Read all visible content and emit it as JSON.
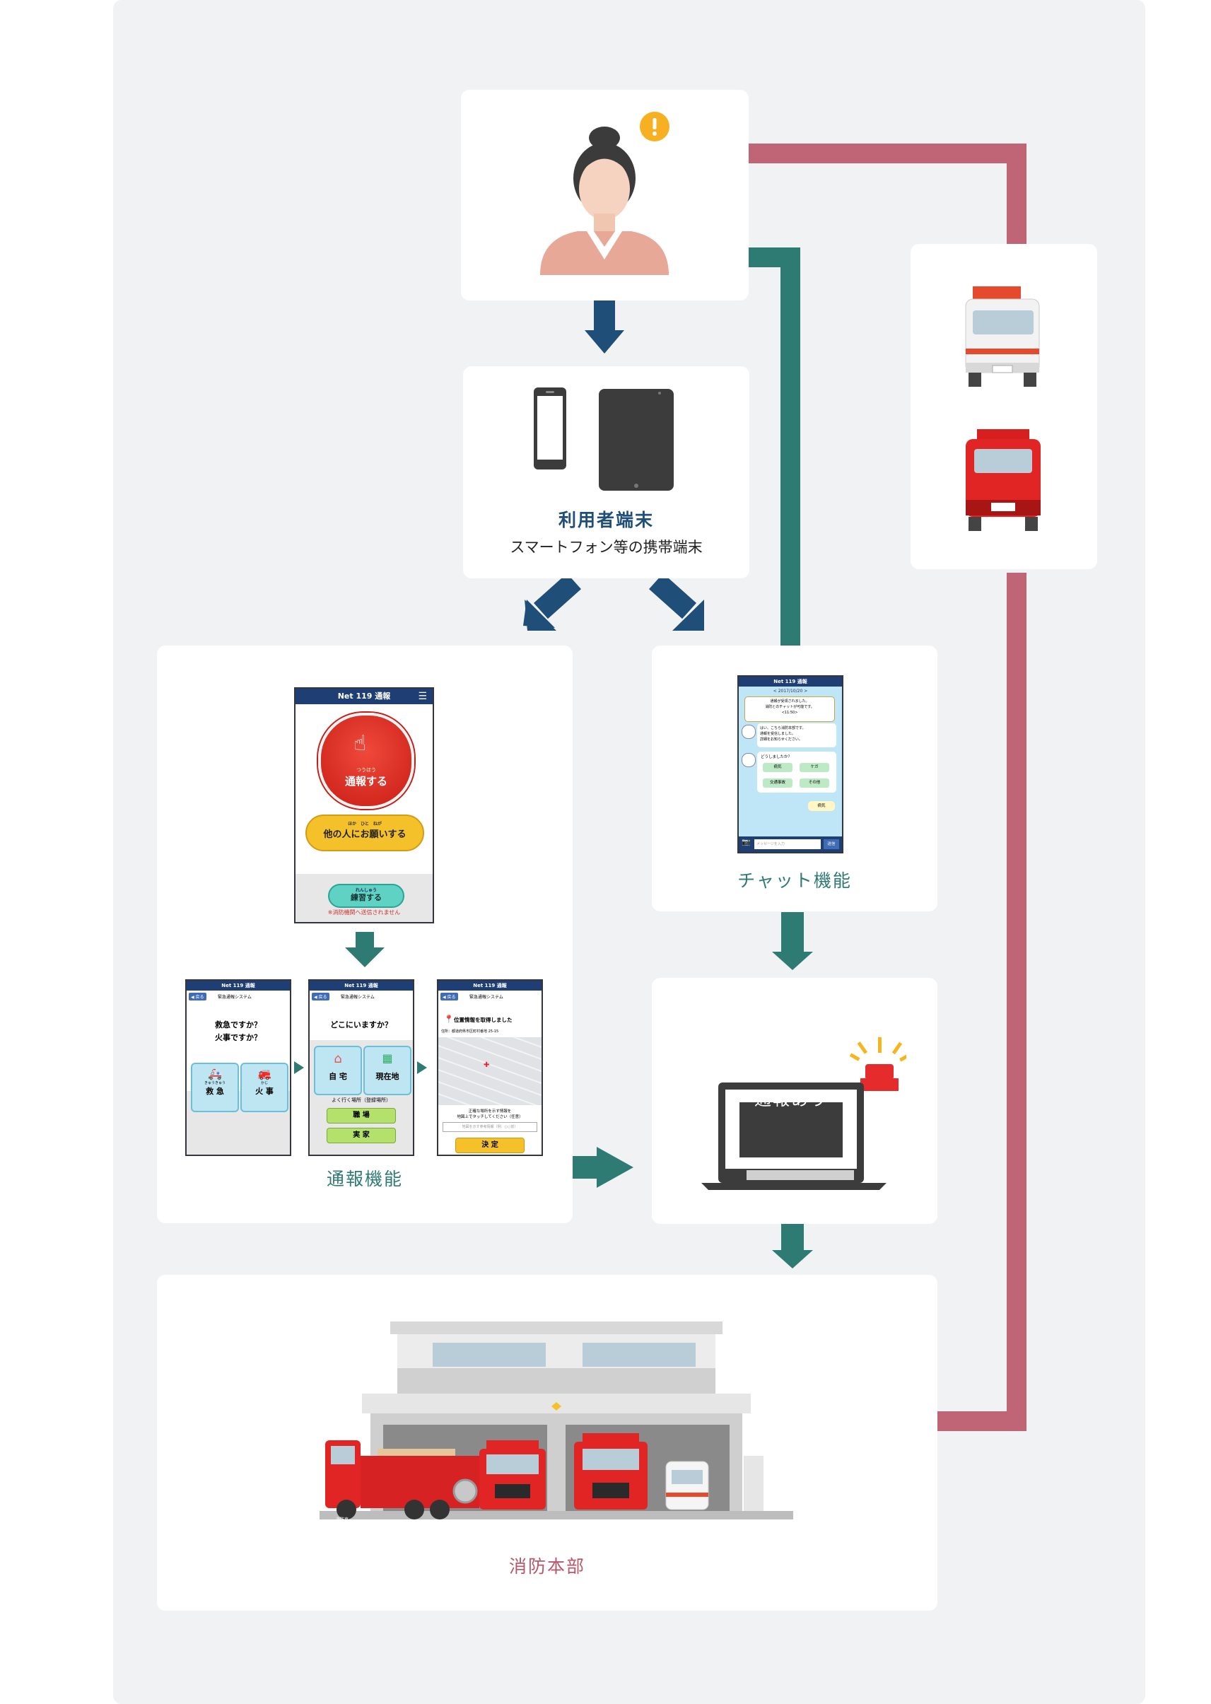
{
  "device": {
    "title": "利用者端末",
    "subtitle": "スマートフォン等の携帯端末"
  },
  "report": {
    "caption": "通報機能",
    "app_name": "Net 119 通報",
    "main_button_ruby": "つうほう",
    "main_button": "通報する",
    "ask_ruby": "ほか　ひと　ねが",
    "ask_button": "他の人にお願いする",
    "practice_ruby": "れんしゅう",
    "practice_button": "練習する",
    "practice_note": "※消防機関へ送信されません",
    "step_back": "◀ 戻る",
    "step_system": "緊急通報システム",
    "step1_question1": "救急ですか？",
    "step1_question2": "火事ですか？",
    "step1_opt1_ruby": "きゅうきゅう",
    "step1_opt1": "救 急",
    "step1_opt2_ruby": "かじ",
    "step1_opt2": "火 事",
    "step2_question": "どこにいますか？",
    "step2_opt1": "自 宅",
    "step2_opt2": "現在地",
    "step2_hint": "よく行く場所（登録場所）",
    "step2_opt3": "職 場",
    "step2_opt4": "実 家",
    "step3_status": "位置情報を取得しました",
    "step3_address": "住所：都道府県市区町村番地 25-15",
    "step3_note": "正確な場所を示す情報を",
    "step3_note2": "地図上でタッチしてください（任意）",
    "step3_input": "地図を示す参考情報（例：○○前）",
    "step3_confirm": "決 定"
  },
  "chat": {
    "caption": "チャット機能",
    "app_name": "Net 119 通報",
    "date": "< 2017/10/20 >",
    "msg1": "通報が受領されました。",
    "msg1b": "消防とのチャットが可能です。",
    "msg1c": "<11:50>",
    "msg2": "はい、こちら消防本部です。",
    "msg2b": "通報を受信しました。",
    "msg2c": "詳細をお知らせください。",
    "msg3": "どうしましたか？",
    "opt1": "病気",
    "opt2": "ケガ",
    "opt3": "交通事故",
    "opt4": "その他",
    "reply": "病気",
    "input_placeholder": "メッセージを入力",
    "send": "送信"
  },
  "console": {
    "screen_text": "通報あり"
  },
  "hq": {
    "caption": "消防本部",
    "truck_label": "消防車"
  },
  "colors": {
    "navy": "#1f4e79",
    "teal": "#2e7b73",
    "rose": "#c06576",
    "teal_text": "#2f7a74",
    "rose_text": "#b8576b"
  }
}
